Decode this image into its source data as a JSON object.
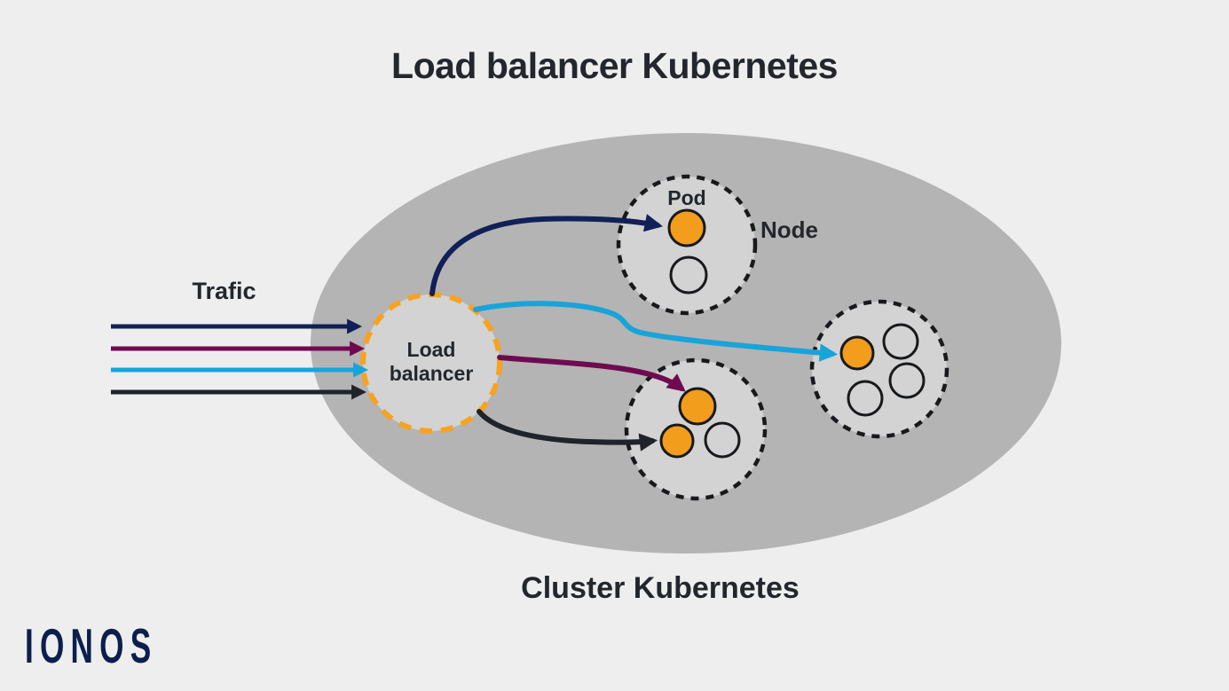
{
  "title": "Load balancer Kubernetes",
  "labels": {
    "traffic": "Trafic",
    "load_balancer": "Load balancer",
    "pod": "Pod",
    "node": "Node",
    "cluster": "Cluster Kubernetes"
  },
  "logo": "IONOS",
  "colors": {
    "background": "#eeeeee",
    "cluster_fill": "#b4b4b4",
    "node_fill": "#d2d3d2",
    "pod_active": "#f39d1d",
    "stroke_dark": "#17191d",
    "lb_dash": "#f8a21f",
    "arrow_navy": "#122058",
    "arrow_purple": "#6f0a50",
    "arrow_cyan": "#18a4d9",
    "arrow_black": "#20242a",
    "text_dark": "#23272d",
    "logo_navy": "#0b1f4d"
  },
  "traffic_arrows": [
    {
      "name": "traffic-arrow-navy",
      "color": "#122058"
    },
    {
      "name": "traffic-arrow-purple",
      "color": "#6f0a50"
    },
    {
      "name": "traffic-arrow-cyan",
      "color": "#18a4d9"
    },
    {
      "name": "traffic-arrow-black",
      "color": "#20242a"
    }
  ],
  "routes": [
    {
      "from": "load-balancer",
      "to": "node-1-pod-1",
      "color": "#122058"
    },
    {
      "from": "load-balancer",
      "to": "node-3-pod-1",
      "color": "#18a4d9"
    },
    {
      "from": "load-balancer",
      "to": "node-2-pod-1",
      "color": "#6f0a50"
    },
    {
      "from": "load-balancer",
      "to": "node-2-pod-2",
      "color": "#20242a"
    }
  ],
  "nodes": [
    {
      "id": "node-1",
      "pods": [
        {
          "filled": true
        },
        {
          "filled": false
        }
      ]
    },
    {
      "id": "node-2",
      "pods": [
        {
          "filled": true
        },
        {
          "filled": true
        },
        {
          "filled": false
        }
      ]
    },
    {
      "id": "node-3",
      "pods": [
        {
          "filled": true
        },
        {
          "filled": false
        },
        {
          "filled": false
        },
        {
          "filled": false
        }
      ]
    }
  ]
}
